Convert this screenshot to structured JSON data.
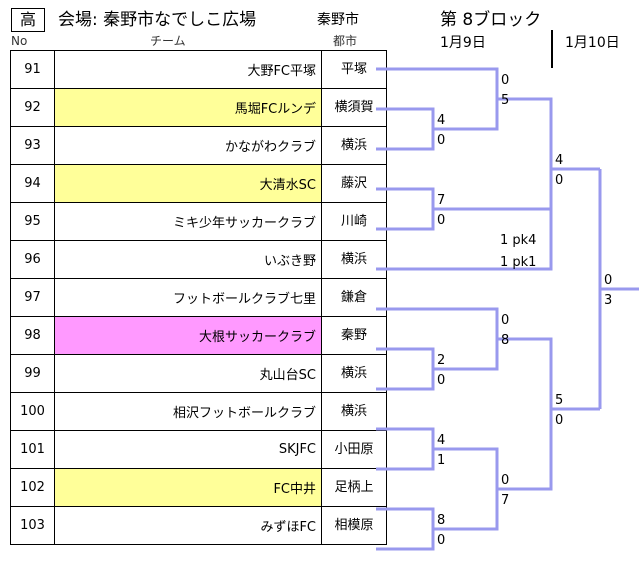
{
  "header": {
    "category": "高",
    "venue": "会場: 秦野市なでしこ広場",
    "city": "秦野市",
    "block": "第 8ブロック",
    "date1": "1月9日",
    "date2": "1月10日"
  },
  "columns": {
    "no": "No",
    "team": "チーム",
    "city": "都市"
  },
  "teams": [
    {
      "no": "91",
      "name": "大野FC平塚",
      "city": "平塚",
      "hl": ""
    },
    {
      "no": "92",
      "name": "馬堀FCルンデ",
      "city": "横須賀",
      "hl": "yellow"
    },
    {
      "no": "93",
      "name": "かながわクラブ",
      "city": "横浜",
      "hl": ""
    },
    {
      "no": "94",
      "name": "大清水SC",
      "city": "藤沢",
      "hl": "yellow"
    },
    {
      "no": "95",
      "name": "ミキ少年サッカークラブ",
      "city": "川崎",
      "hl": ""
    },
    {
      "no": "96",
      "name": "いぶき野",
      "city": "横浜",
      "hl": ""
    },
    {
      "no": "97",
      "name": "フットボールクラブ七里",
      "city": "鎌倉",
      "hl": ""
    },
    {
      "no": "98",
      "name": "大根サッカークラブ",
      "city": "秦野",
      "hl": "pink"
    },
    {
      "no": "99",
      "name": "丸山台SC",
      "city": "横浜",
      "hl": ""
    },
    {
      "no": "100",
      "name": "相沢フットボールクラブ",
      "city": "横浜",
      "hl": ""
    },
    {
      "no": "101",
      "name": "SKJFC",
      "city": "小田原",
      "hl": ""
    },
    {
      "no": "102",
      "name": "FC中井",
      "city": "足柄上",
      "hl": "yellow"
    },
    {
      "no": "103",
      "name": "みずほFC",
      "city": "相模原",
      "hl": ""
    }
  ],
  "scores": {
    "s1": "0",
    "s2": "5",
    "s3": "4",
    "s4": "0",
    "s5": "7",
    "s6": "0",
    "s7": "4",
    "s8": "0",
    "s9": "1 pk4",
    "s10": "1 pk1",
    "s11": "0",
    "s12": "8",
    "s13": "2",
    "s14": "0",
    "s15": "0",
    "s16": "3",
    "s17": "5",
    "s18": "0",
    "s19": "4",
    "s20": "1",
    "s21": "0",
    "s22": "7",
    "s23": "8",
    "s24": "0"
  },
  "colors": {
    "bracket": "#9999ee",
    "yellow": "#ffff99",
    "pink": "#ff99ff"
  }
}
